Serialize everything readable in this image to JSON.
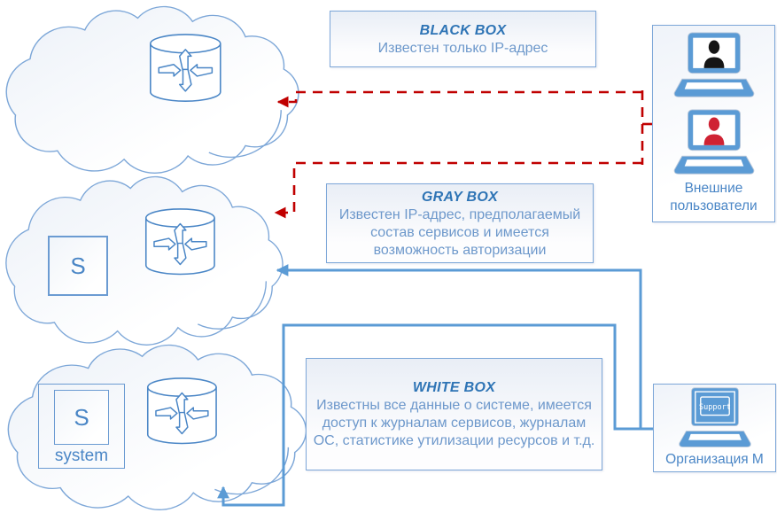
{
  "diagram": {
    "info_boxes": {
      "black": {
        "title": "BLACK BOX",
        "body": "Известен только IP-адрес"
      },
      "gray": {
        "title": "GRAY BOX",
        "body_lines": [
          "Известен IP-адрес, предполагаемый",
          "состав сервисов и имеется",
          "возможность авторизации"
        ]
      },
      "white": {
        "title": "WHITE BOX",
        "body_lines": [
          "Известны все данные о системе, имеется",
          "доступ к журналам сервисов, журналам",
          "ОС, статистике утилизации ресурсов и т.д."
        ]
      }
    },
    "clouds": {
      "middle": {
        "server_label": "S"
      },
      "bottom": {
        "server_label": "S",
        "system_label": "system"
      }
    },
    "actors": {
      "external_users": {
        "label": "Внешние пользователи"
      },
      "organization_m": {
        "label": "Организация М",
        "screen_label": "Support"
      }
    },
    "colors": {
      "accent_blue": "#5b9bd5",
      "outline_blue": "#7da7d8",
      "heading_blue": "#2e74b5",
      "body_blue": "#6d98cb",
      "danger_red": "#c00000"
    }
  }
}
